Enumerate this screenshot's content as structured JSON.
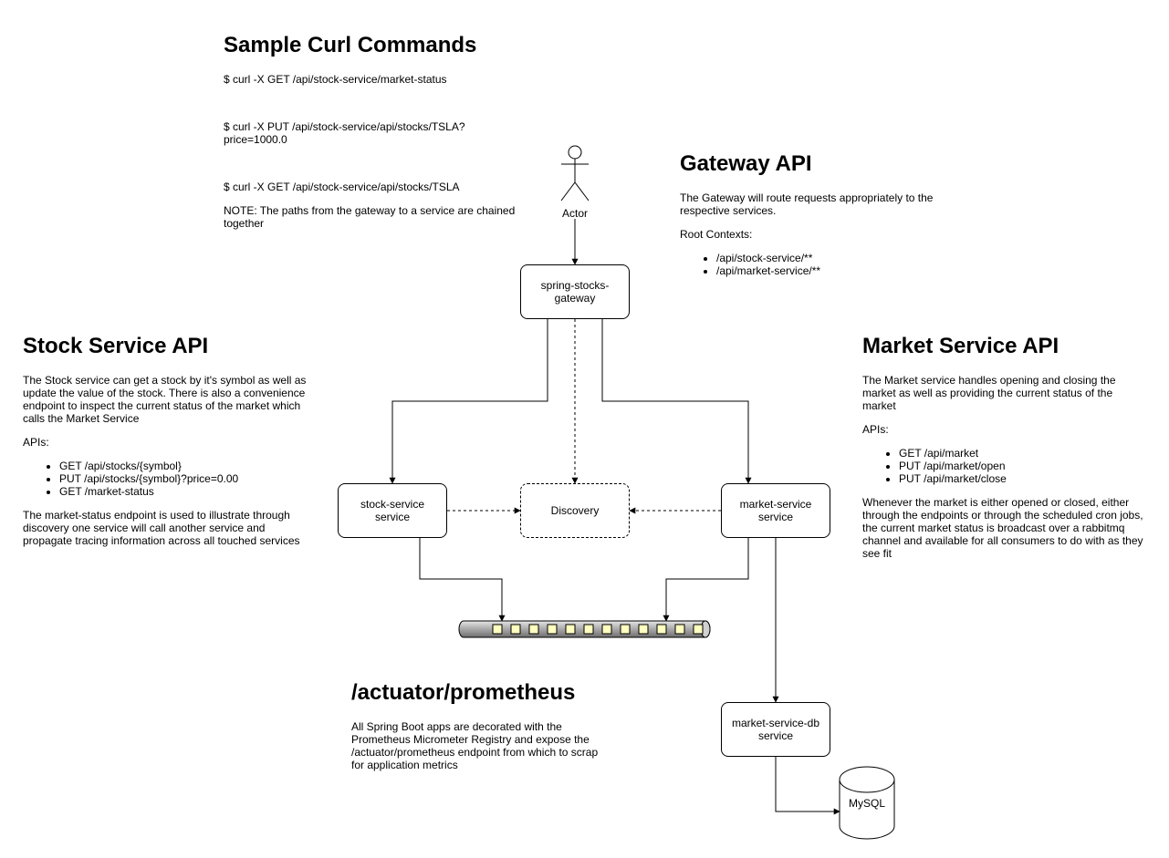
{
  "curl": {
    "title": "Sample Curl Commands",
    "commands": [
      "$ curl -X GET /api/stock-service/market-status",
      "$ curl -X PUT /api/stock-service/api/stocks/TSLA?price=1000.0",
      "$ curl -X GET /api/stock-service/api/stocks/TSLA"
    ],
    "note": "NOTE: The paths from the gateway to a service are chained together"
  },
  "gateway": {
    "title": "Gateway API",
    "description": "The Gateway will route requests appropriately to the respective services.",
    "root_label": "Root Contexts:",
    "contexts": [
      "/api/stock-service/**",
      "/api/market-service/**"
    ]
  },
  "stock": {
    "title": "Stock Service API",
    "description": "The Stock service can get a stock by it's symbol as well as update the value of the stock. There is also a convenience endpoint to inspect the current status of the market which calls the Market Service",
    "apis_label": "APIs:",
    "apis": [
      "GET /api/stocks/{symbol}",
      "PUT /api/stocks/{symbol}?price=0.00",
      "GET /market-status"
    ],
    "footer": "The market-status endpoint is used to illustrate through discovery one service will call another service and propagate tracing information across all touched services"
  },
  "market": {
    "title": "Market Service API",
    "description": "The Market service handles opening and closing the market as well as providing the current status of the market",
    "apis_label": "APIs:",
    "apis": [
      "GET /api/market",
      "PUT /api/market/open",
      "PUT /api/market/close"
    ],
    "footer": "Whenever the market is either opened or closed, either through the endpoints or through the scheduled cron jobs, the current market status is broadcast over a rabbitmq channel and available for all consumers to do with as they see fit"
  },
  "prometheus": {
    "title": "/actuator/prometheus",
    "description": "All Spring Boot apps are decorated with the Prometheus Micrometer Registry and expose the /actuator/prometheus endpoint from which to scrap for application metrics"
  },
  "nodes": {
    "actor": "Actor",
    "gateway": "spring-stocks-gateway",
    "stock_service": "stock-service service",
    "discovery": "Discovery",
    "market_service": "market-service service",
    "market_db": "market-service-db service",
    "mysql": "MySQL"
  },
  "colors": {
    "queue_fill": "#c0c0c0",
    "queue_cell": "#ffffc0",
    "line": "#000000"
  }
}
